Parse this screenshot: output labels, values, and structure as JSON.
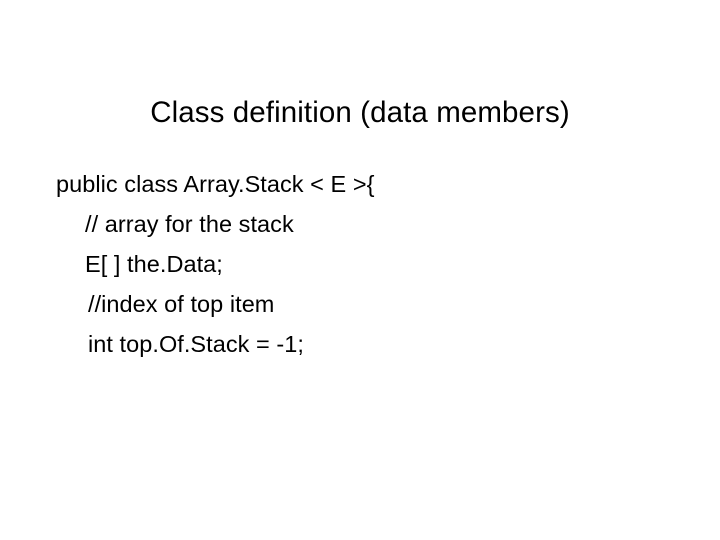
{
  "slide": {
    "title": "Class definition (data members)",
    "background_color": "#ffffff",
    "text_color": "#000000",
    "code_lines": [
      {
        "text": "public class Array.Stack < E >{",
        "indent": 0
      },
      {
        "text": "// array for the stack",
        "indent": 1
      },
      {
        "text": "E[ ] the.Data;",
        "indent": 1
      },
      {
        "text": "//index of top item",
        "indent": 2
      },
      {
        "text": "int top.Of.Stack = -1;",
        "indent": 2
      }
    ]
  }
}
